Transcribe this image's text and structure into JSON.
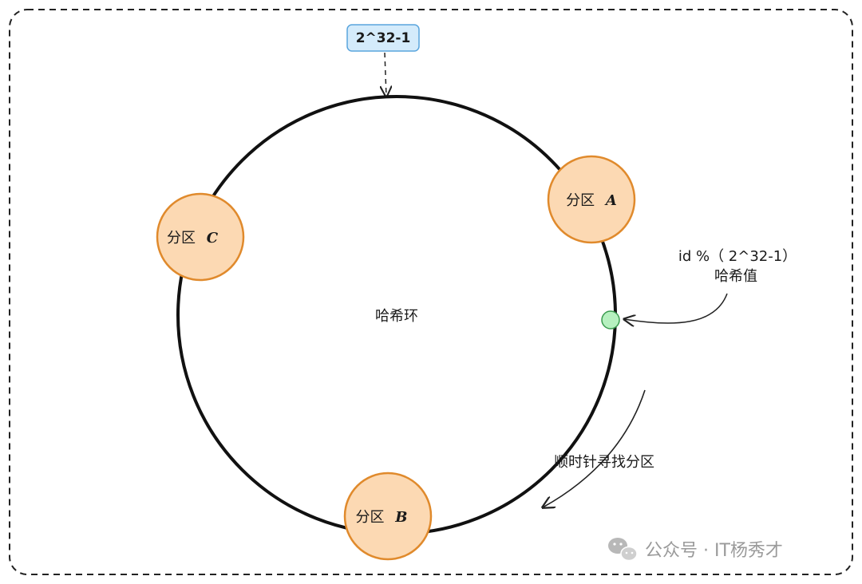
{
  "top_label": "2^32-1",
  "ring": {
    "label": "哈希环"
  },
  "partitions": [
    {
      "prefix": "分区",
      "letter": "A"
    },
    {
      "prefix": "分区",
      "letter": "B"
    },
    {
      "prefix": "分区",
      "letter": "C"
    }
  ],
  "hash_point": {
    "line1": "id %（ 2^32-1）",
    "line2": "哈希值"
  },
  "direction_label": "顺时针寻找分区",
  "watermark": "公众号 · IT杨秀才",
  "colors": {
    "partition_fill": "#fcd9b3",
    "partition_stroke": "#e08a2c",
    "hash_point_fill": "#b6f0bf",
    "hash_point_stroke": "#3a9a4e",
    "top_label_fill": "#d4ebfb",
    "top_label_stroke": "#5aa5dd",
    "ring_stroke": "#111111"
  }
}
